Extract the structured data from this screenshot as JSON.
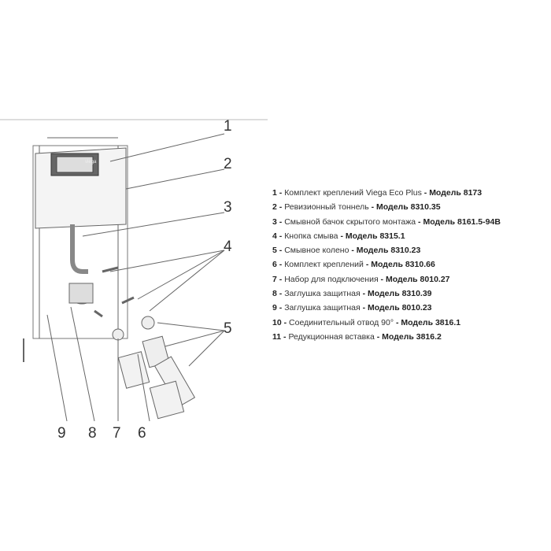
{
  "callouts": [
    "1",
    "2",
    "3",
    "4",
    "5",
    "6",
    "7",
    "8",
    "9"
  ],
  "brand_label": "viega",
  "legend": [
    {
      "num": "1",
      "desc": "Комплект креплений Viega Eco Plus",
      "model": "Модель 8173"
    },
    {
      "num": "2",
      "desc": "Ревизионный тоннель",
      "model": "Модель 8310.35"
    },
    {
      "num": "3",
      "desc": "Смывной бачок скрытого монтажа",
      "model": "Модель 8161.5-94B"
    },
    {
      "num": "4",
      "desc": "Кнопка смыва",
      "model": "Модель 8315.1"
    },
    {
      "num": "5",
      "desc": "Смывное колено",
      "model": "Модель 8310.23"
    },
    {
      "num": "6",
      "desc": "Комплект креплений",
      "model": "Модель 8310.66"
    },
    {
      "num": "7",
      "desc": "Набор для подключения",
      "model": "Модель 8010.27"
    },
    {
      "num": "8",
      "desc": "Заглушка защитная",
      "model": "Модель 8310.39"
    },
    {
      "num": "9",
      "desc": "Заглушка защитная",
      "model": "Модель 8010.23"
    },
    {
      "num": "10",
      "desc": "Соединительный отвод 90°",
      "model": "Модель 3816.1"
    },
    {
      "num": "11",
      "desc": "Редукционная вставка",
      "model": "Модель 3816.2"
    }
  ]
}
